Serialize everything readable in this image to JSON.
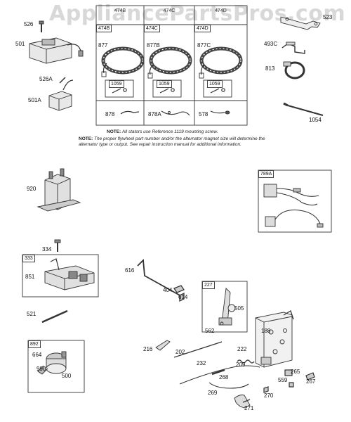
{
  "watermark": "AppliancePartsPros.com",
  "stator_headers": [
    "474B",
    "474C",
    "474D"
  ],
  "box_labels": {
    "b474B": "474B",
    "b474C": "474C",
    "b474D": "474D",
    "b1059a": "1059",
    "b1059b": "1059",
    "b1059c": "1059",
    "b789A": "789A",
    "b333": "333",
    "b227": "227",
    "b892": "892"
  },
  "parts": {
    "p526": "526",
    "p501": "501",
    "p526A": "526A",
    "p501A": "501A",
    "p877": "877",
    "p877B": "877B",
    "p877C": "877C",
    "p878": "878",
    "p878A": "878A",
    "p578": "578",
    "p523": "523",
    "p493C": "493C",
    "p813": "813",
    "p1054": "1054",
    "p920": "920",
    "p334": "334",
    "p851": "851",
    "p521": "521",
    "p664": "664",
    "p990": "990",
    "p500": "500",
    "p616": "616",
    "p404": "404",
    "p614": "614",
    "p216": "216",
    "p202": "202",
    "p232": "232",
    "p268": "268",
    "p269": "269",
    "p271": "271",
    "p505": "505",
    "p562": "562",
    "p188": "188",
    "p222": "222",
    "p209": "209",
    "p559": "559",
    "p265": "265",
    "p267": "267",
    "p270": "270"
  },
  "notes": {
    "note1_head": "NOTE:",
    "note1_body": "All stators use Reference 1119 mounting screw.",
    "note2_head": "NOTE:",
    "note2_body": "The proper flywheel part number and/or the alternator magnet size will determine the alternator type or output. See repair instruction manual for additional information."
  }
}
